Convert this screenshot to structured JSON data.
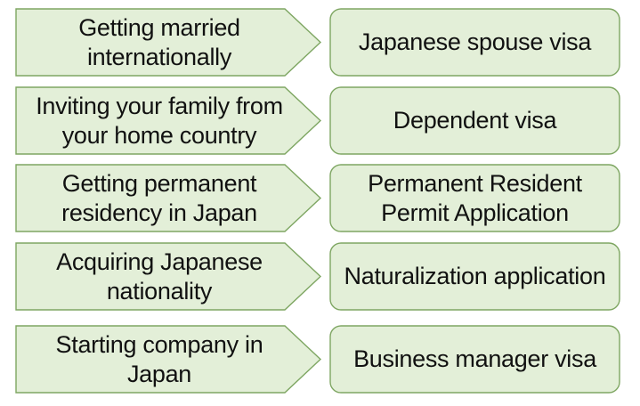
{
  "rows": [
    {
      "source": "Getting married\ninternationally",
      "target": "Japanese spouse visa"
    },
    {
      "source": "Inviting your family from\nyour home country",
      "target": "Dependent visa"
    },
    {
      "source": "Getting permanent\nresidency in Japan",
      "target": "Permanent Resident\nPermit Application"
    },
    {
      "source": "Acquiring Japanese\nnationality",
      "target": "Naturalization application"
    },
    {
      "source": "Starting company in\nJapan",
      "target": "Business manager visa"
    }
  ],
  "colors": {
    "fill": "#e3efd8",
    "stroke": "#7ea662",
    "text": "#111111"
  }
}
